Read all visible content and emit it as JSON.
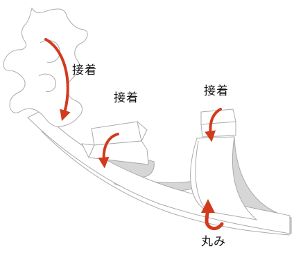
{
  "labels": {
    "glue_1": "接着",
    "glue_2": "接着",
    "glue_3": "接着",
    "round": "丸み"
  },
  "colors": {
    "outline": "#aaaaaa",
    "paper": "#ffffff",
    "shadow": "#d6d6d6",
    "arrow": "#d23a1e"
  },
  "icons": {
    "arrow_glue_1": "curved-arrow-down-icon",
    "arrow_glue_2": "curved-arrow-down-icon",
    "arrow_glue_3": "curved-arrow-down-icon",
    "arrow_round": "curl-arrow-up-icon"
  }
}
